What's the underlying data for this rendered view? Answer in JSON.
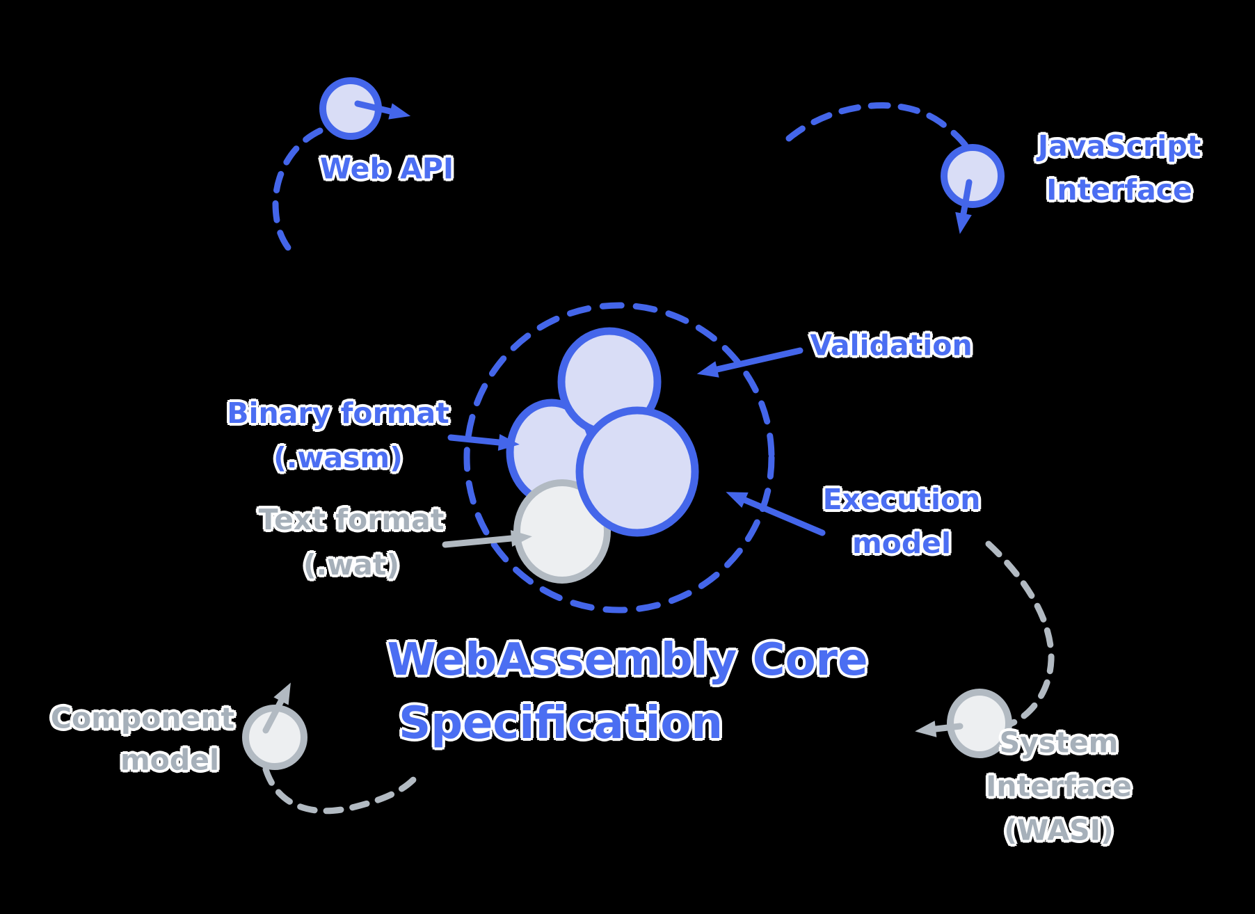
{
  "diagram": {
    "title": {
      "line1": "WebAssembly Core",
      "line2": "Specification"
    },
    "core": {
      "validation": "Validation",
      "binary_line1": "Binary format",
      "binary_line2": "(.wasm)",
      "text_line1": "Text format",
      "text_line2": "(.wat)",
      "execution_line1": "Execution",
      "execution_line2": "model"
    },
    "satellites": {
      "web_api": "Web API",
      "javascript_line1": "JavaScript",
      "javascript_line2": "Interface",
      "component_line1": "Component",
      "component_line2": "model",
      "system_line1": "System",
      "system_line2": "Interface",
      "system_line3": "(WASI)"
    },
    "colors": {
      "background": "#000000",
      "blue_stroke": "#4466ea",
      "blue_text": "#4b6ef2",
      "lavender_fill": "#d9ddf6",
      "gray_stroke": "#b2bac2",
      "gray_text": "#a6b0ba",
      "gray_fill": "#edeff1",
      "text_outline": "#ffffff"
    }
  }
}
